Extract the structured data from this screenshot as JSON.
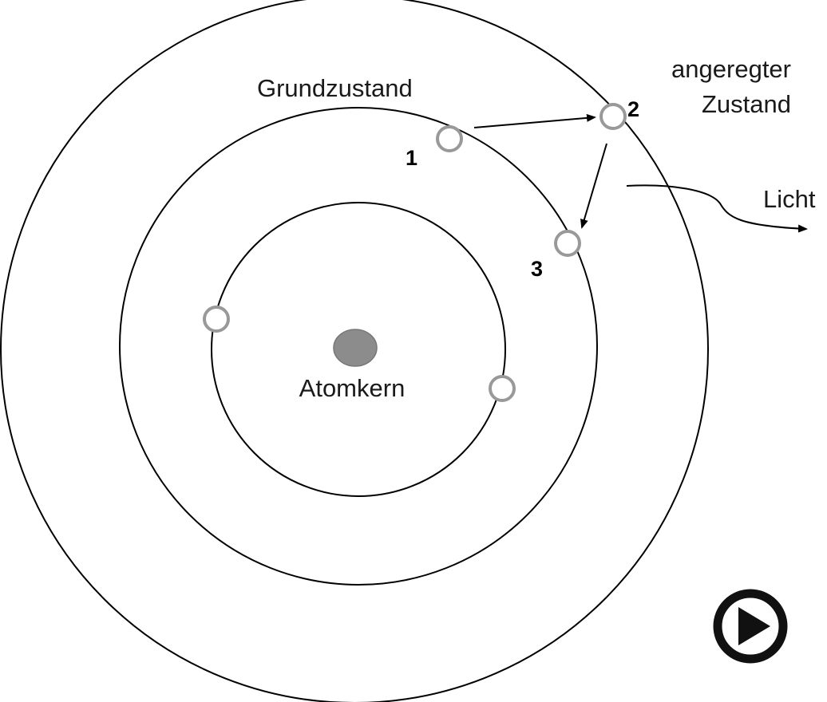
{
  "labels": {
    "ground_state": "Grundzustand",
    "excited_state_line1": "angeregter",
    "excited_state_line2": "Zustand",
    "light": "Licht",
    "nucleus": "Atomkern"
  },
  "steps": {
    "step1": "1",
    "step2": "2",
    "step3": "3"
  },
  "colors": {
    "line": "#000000",
    "electron_outline": "#999999",
    "nucleus_fill": "#8c8c8c",
    "text": "#1a1a1a"
  },
  "icons": {
    "play": "play-button-icon"
  }
}
